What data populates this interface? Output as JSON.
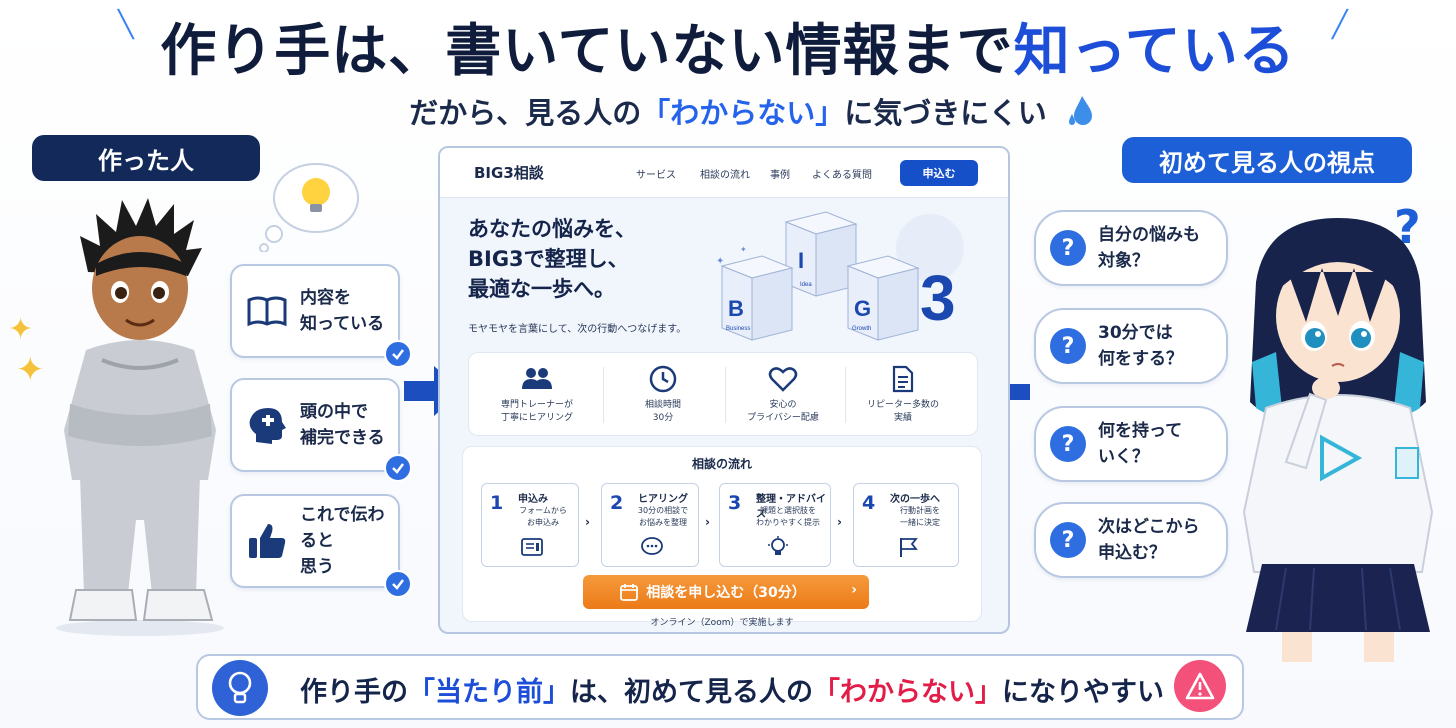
{
  "header": {
    "title_pre": "作り手は、書いていない情報まで",
    "title_hl": "知っている",
    "subtitle_pre": "だから、見る人の",
    "subtitle_hl": "「わからない」",
    "subtitle_post": "に気づきにくい"
  },
  "creator": {
    "label": "作った人",
    "cards": [
      {
        "text": "内容を\n知っている",
        "icon": "book-icon"
      },
      {
        "text": "頭の中で\n補完できる",
        "icon": "head-puzzle-icon"
      },
      {
        "text": "これで伝わると\n思う",
        "icon": "thumbs-up-icon"
      }
    ]
  },
  "visitor": {
    "label": "初めて見る人の視点",
    "questions": [
      {
        "text": "自分の悩みも\n対象？"
      },
      {
        "text": "30分では\n何をする？"
      },
      {
        "text": "何を持って\nいく？"
      },
      {
        "text": "次はどこから\n申込む？"
      }
    ],
    "question_glyph": "?"
  },
  "site": {
    "brand": "BIG3相談",
    "nav": [
      "サービス",
      "相談の流れ",
      "事例",
      "よくある質問"
    ],
    "nav_cta": "申込む",
    "hero": "あなたの悩みを、\nBIG3で整理し、\n最適な一歩へ。",
    "hero_sub": "モヤモヤを言葉にして、次の行動へつなげます。",
    "cubes": [
      {
        "letter": "B",
        "word": "Business"
      },
      {
        "letter": "I",
        "word": "Idea"
      },
      {
        "letter": "G",
        "word": "Growth"
      }
    ],
    "big_number": "3",
    "features": [
      {
        "text": "専門トレーナーが\n丁寧にヒアリング",
        "icon": "people-icon"
      },
      {
        "text": "相談時間\n30分",
        "icon": "clock-icon"
      },
      {
        "text": "安心の\nプライバシー配慮",
        "icon": "heart-icon"
      },
      {
        "text": "リピーター多数の\n実績",
        "icon": "document-icon"
      }
    ],
    "flow_title": "相談の流れ",
    "steps": [
      {
        "num": "1",
        "title": "申込み",
        "desc": "フォームから\nお申込み",
        "icon": "form-icon"
      },
      {
        "num": "2",
        "title": "ヒアリング",
        "desc": "30分の相談で\nお悩みを整理",
        "icon": "chat-icon"
      },
      {
        "num": "3",
        "title": "整理・アドバイス",
        "desc": "課題と選択肢を\nわかりやすく提示",
        "icon": "lightbulb-icon"
      },
      {
        "num": "4",
        "title": "次の一歩へ",
        "desc": "行動計画を\n一緒に決定",
        "icon": "flag-icon"
      }
    ],
    "cta": "相談を申し込む（30分）",
    "cta_note": "オンライン（Zoom）で実施します"
  },
  "banner": {
    "pre": "作り手の",
    "hl1": "「当たり前」",
    "mid": "は、初めて見る人の",
    "hl2": "「わからない」",
    "post": "になりやすい"
  },
  "colors": {
    "navy": "#12295a",
    "blue": "#1d5fd6",
    "accent": "#1d4ed8",
    "orange": "#ec7a17",
    "pink": "#f4517a"
  }
}
